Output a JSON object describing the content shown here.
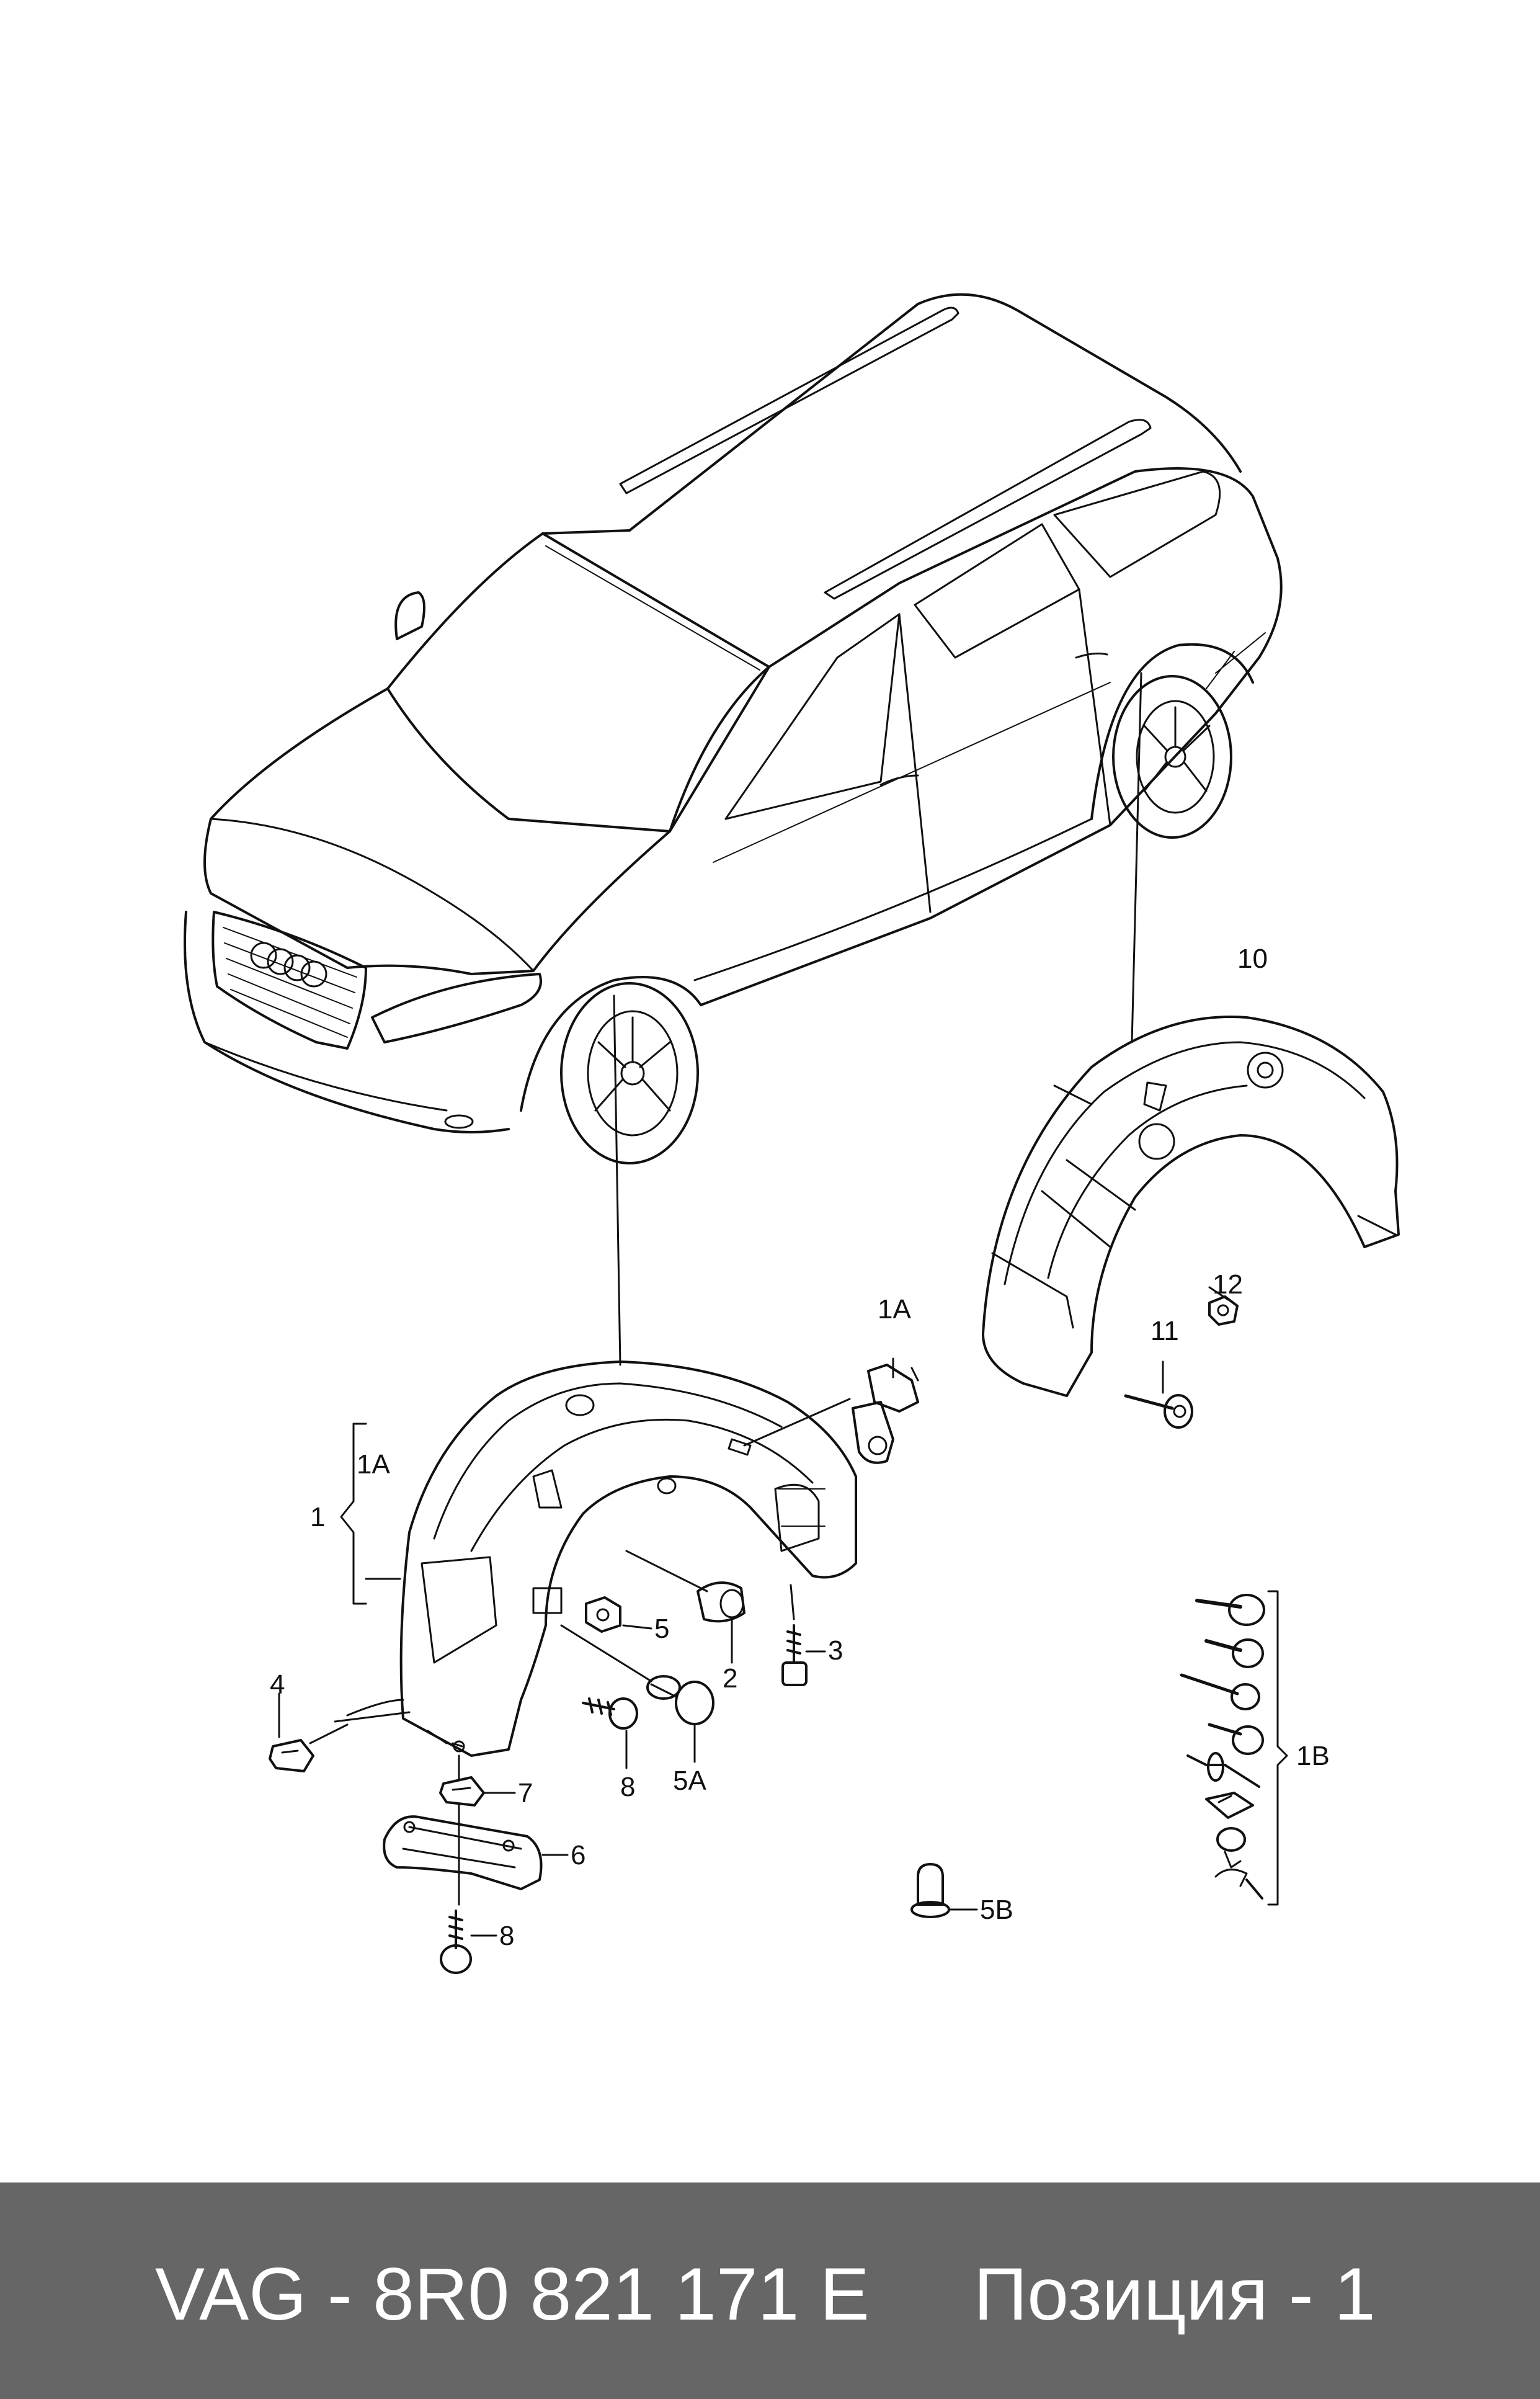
{
  "diagram": {
    "callouts": {
      "c1": "1",
      "c1A_left": "1A",
      "c1A_top": "1A",
      "c1B": "1B",
      "c2": "2",
      "c3": "3",
      "c4": "4",
      "c5": "5",
      "c5A": "5A",
      "c5B": "5B",
      "c6": "6",
      "c7": "7",
      "c8a": "8",
      "c8b": "8",
      "c10": "10",
      "c11": "11",
      "c12": "12"
    }
  },
  "footer": {
    "part_number": "VAG - 8R0 821 171 E",
    "position": "Позиция - 1"
  },
  "colors": {
    "line": "#111111",
    "footer_bg": "#666666",
    "footer_text": "#ffffff"
  }
}
